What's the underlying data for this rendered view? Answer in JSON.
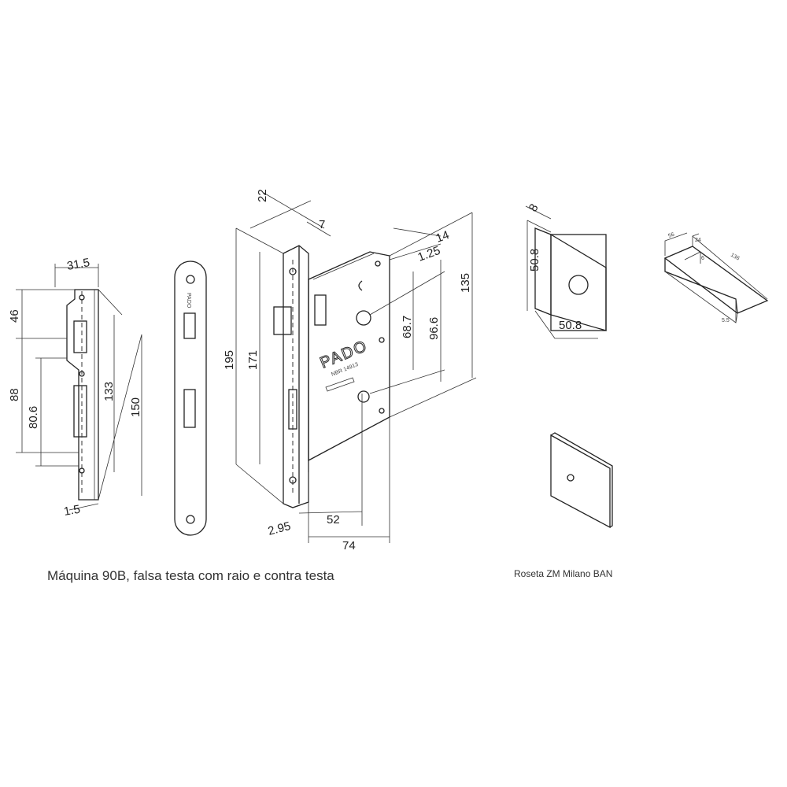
{
  "captions": {
    "left": "Máquina 90B, falsa testa com raio e contra testa",
    "right": "Roseta ZM Milano BAN"
  },
  "strike_plate": {
    "width": "31.5",
    "top": "46",
    "upper": "88",
    "inner": "80.6",
    "slot": "133",
    "height": "150",
    "thickness": "1.5"
  },
  "lock_body": {
    "faceplate_width": "22",
    "offset": "7",
    "depth_a": "14",
    "depth_b": "1.25",
    "faceplate_height": "195",
    "inner_height": "171",
    "spindle_to_key": "68.7",
    "spindle_to_bottom": "96.6",
    "body_height": "135",
    "backset_a": "2.95",
    "backset": "52",
    "total_depth": "74",
    "brand": "PADO",
    "standard": "NBR 14913"
  },
  "rosette": {
    "thickness": "8",
    "height": "50.8",
    "width": "50.8"
  },
  "handle": {
    "height": "56",
    "width": "24",
    "inner": "6",
    "length": "136",
    "thickness": "5.5"
  }
}
